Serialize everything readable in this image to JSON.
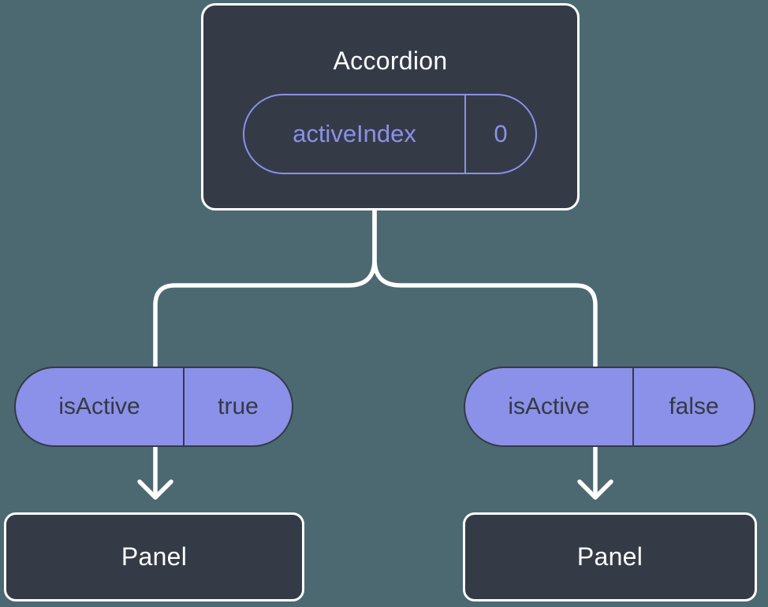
{
  "diagram": {
    "description": "Component tree diagram: Accordion holds state and passes props to two Panels",
    "root": {
      "title": "Accordion",
      "state": {
        "name": "activeIndex",
        "value": "0"
      }
    },
    "children": [
      {
        "prop": {
          "name": "isActive",
          "value": "true"
        },
        "title": "Panel"
      },
      {
        "prop": {
          "name": "isActive",
          "value": "false"
        },
        "title": "Panel"
      }
    ],
    "icons": {
      "left_arrow": "arrow-down-icon",
      "right_arrow": "arrow-down-icon"
    },
    "colors": {
      "background": "#4C6972",
      "node_fill": "#343B47",
      "node_border": "#FFFFFF",
      "accent_purple": "#8B90E8",
      "pill_text_dark": "#333A45",
      "connector": "#FFFFFF"
    }
  }
}
